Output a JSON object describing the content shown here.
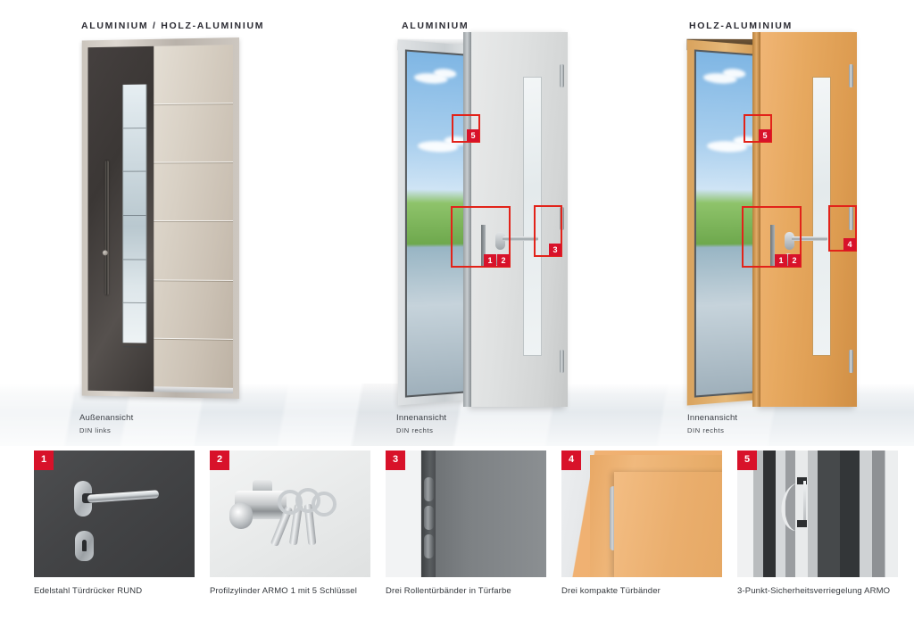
{
  "columns": [
    {
      "id": "col-1",
      "heading": "ALUMINIUM / HOLZ-ALUMINIUM",
      "view_label": "Außenansicht",
      "din_label": "DIN links"
    },
    {
      "id": "col-2",
      "heading": "ALUMINIUM",
      "view_label": "Innenansicht",
      "din_label": "DIN rechts"
    },
    {
      "id": "col-3",
      "heading": "HOLZ-ALUMINIUM",
      "view_label": "Innenansicht",
      "din_label": "DIN rechts"
    }
  ],
  "callouts": {
    "middle_door": [
      {
        "numbers": [
          "5"
        ],
        "target": "oberer-verriegelungspunkt"
      },
      {
        "numbers": [
          "1",
          "2"
        ],
        "target": "tuerdruecker-und-profilzylinder"
      },
      {
        "numbers": [
          "3"
        ],
        "target": "rollentuerbaender"
      }
    ],
    "right_door": [
      {
        "numbers": [
          "5"
        ],
        "target": "oberer-verriegelungspunkt"
      },
      {
        "numbers": [
          "1",
          "2"
        ],
        "target": "tuerdruecker-und-profilzylinder"
      },
      {
        "numbers": [
          "4"
        ],
        "target": "kompakte-tuerbaender"
      }
    ]
  },
  "details": [
    {
      "number": "1",
      "caption": "Edelstahl Türdrücker RUND",
      "art": "door-handle"
    },
    {
      "number": "2",
      "caption": "Profilzylinder ARMO 1 mit 5 Schlüssel",
      "art": "profile-cylinder-with-keys"
    },
    {
      "number": "3",
      "caption": "Drei Rollentürbänder in Türfarbe",
      "art": "roller-hinges"
    },
    {
      "number": "4",
      "caption": "Drei kompakte Türbänder",
      "art": "compact-hinges"
    },
    {
      "number": "5",
      "caption": "3-Punkt-Sicherheitsverriegelung ARMO",
      "art": "three-point-locking"
    }
  ],
  "colors": {
    "badge_red": "#d8122a",
    "callout_border_red": "#e2231a",
    "heading_text": "#2b2b33",
    "caption_text": "#33373c",
    "page_background": "#ffffff"
  }
}
